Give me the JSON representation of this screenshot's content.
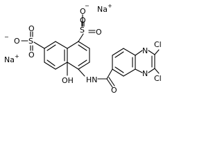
{
  "structure": {
    "ions": {
      "sodium_top": "Na",
      "sodium_left": "Na",
      "charge_plus": "+",
      "charge_minus": "−"
    },
    "atoms": {
      "oxygen": "O",
      "sulfur": "S",
      "nitrogen": "N",
      "chlorine": "Cl",
      "hydroxyl": "OH",
      "amide_nh": "HN"
    }
  }
}
